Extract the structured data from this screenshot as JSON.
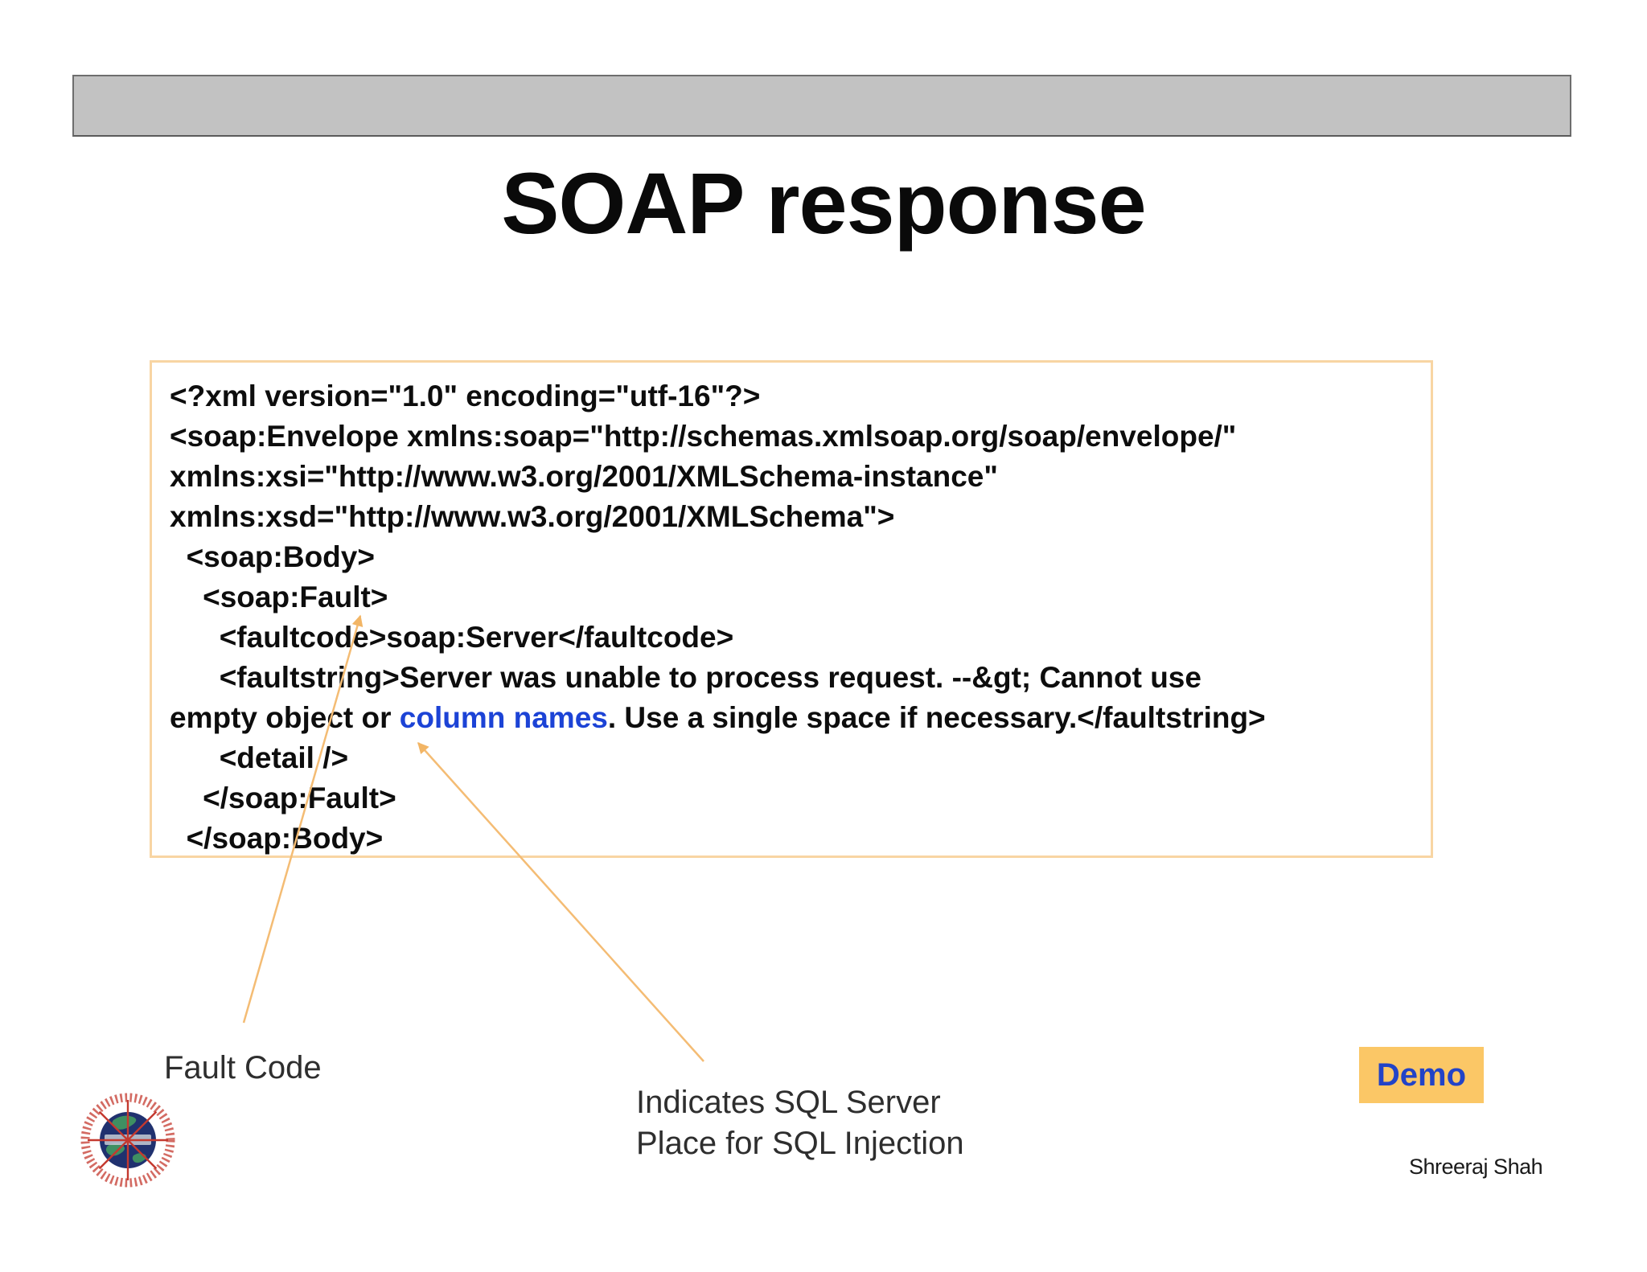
{
  "slide": {
    "title": "SOAP response"
  },
  "code_box": {
    "lines": [
      {
        "text": "<?xml version=\"1.0\" encoding=\"utf-16\"?>"
      },
      {
        "text": "<soap:Envelope xmlns:soap=\"http://schemas.xmlsoap.org/soap/envelope/\""
      },
      {
        "text": "xmlns:xsi=\"http://www.w3.org/2001/XMLSchema-instance\""
      },
      {
        "text": "xmlns:xsd=\"http://www.w3.org/2001/XMLSchema\">"
      },
      {
        "text": "  <soap:Body>"
      },
      {
        "text": "    <soap:Fault>"
      },
      {
        "text": "      <faultcode>soap:Server</faultcode>"
      },
      {
        "text": "      <faultstring>Server was unable to process request. --&gt; Cannot use"
      },
      {
        "pre": "empty object or ",
        "highlight": "column names",
        "post": ". Use a single space if necessary.</faultstring>"
      },
      {
        "text": "      <detail />"
      },
      {
        "text": "    </soap:Fault>"
      },
      {
        "text": "  </soap:Body>"
      }
    ]
  },
  "annotations": {
    "fault_code": "Fault Code",
    "sql_line1": "Indicates SQL Server",
    "sql_line2": "Place for SQL Injection"
  },
  "demo_button": {
    "label": "Demo"
  },
  "footer": {
    "author": "Shreeraj Shah"
  },
  "icons": {
    "logo": "globe-starburst-conference-seal"
  },
  "colors": {
    "slide_background": "#FFFFFF",
    "header_bar_fill": "#C2C2C2",
    "header_bar_border": "#6E6E6E",
    "title_text": "#0A0A0A",
    "code_box_border": "#F8D5A3",
    "code_text": "#0D0D0D",
    "highlight_blue": "#1C43D6",
    "arrow_orange": "#F4BC74",
    "demo_background": "#FBC766",
    "demo_text": "#2243C7",
    "seal_red": "#C4392F",
    "globe_navy": "#20316F",
    "globe_green": "#3F8F62"
  }
}
